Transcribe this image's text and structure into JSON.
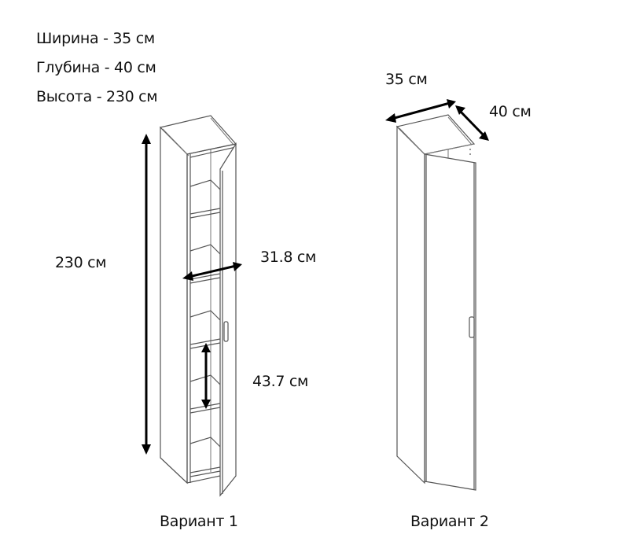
{
  "specs": {
    "width": "Ширина - 35 см",
    "depth": "Глубина - 40 см",
    "height": "Высота - 230 см"
  },
  "variant1": {
    "label": "Вариант 1",
    "dim_height": "230 см",
    "dim_inner_width": "31.8 см",
    "dim_shelf_gap": "43.7 см"
  },
  "variant2": {
    "label": "Вариант 2",
    "dim_width": "35 см",
    "dim_depth": "40 см"
  }
}
